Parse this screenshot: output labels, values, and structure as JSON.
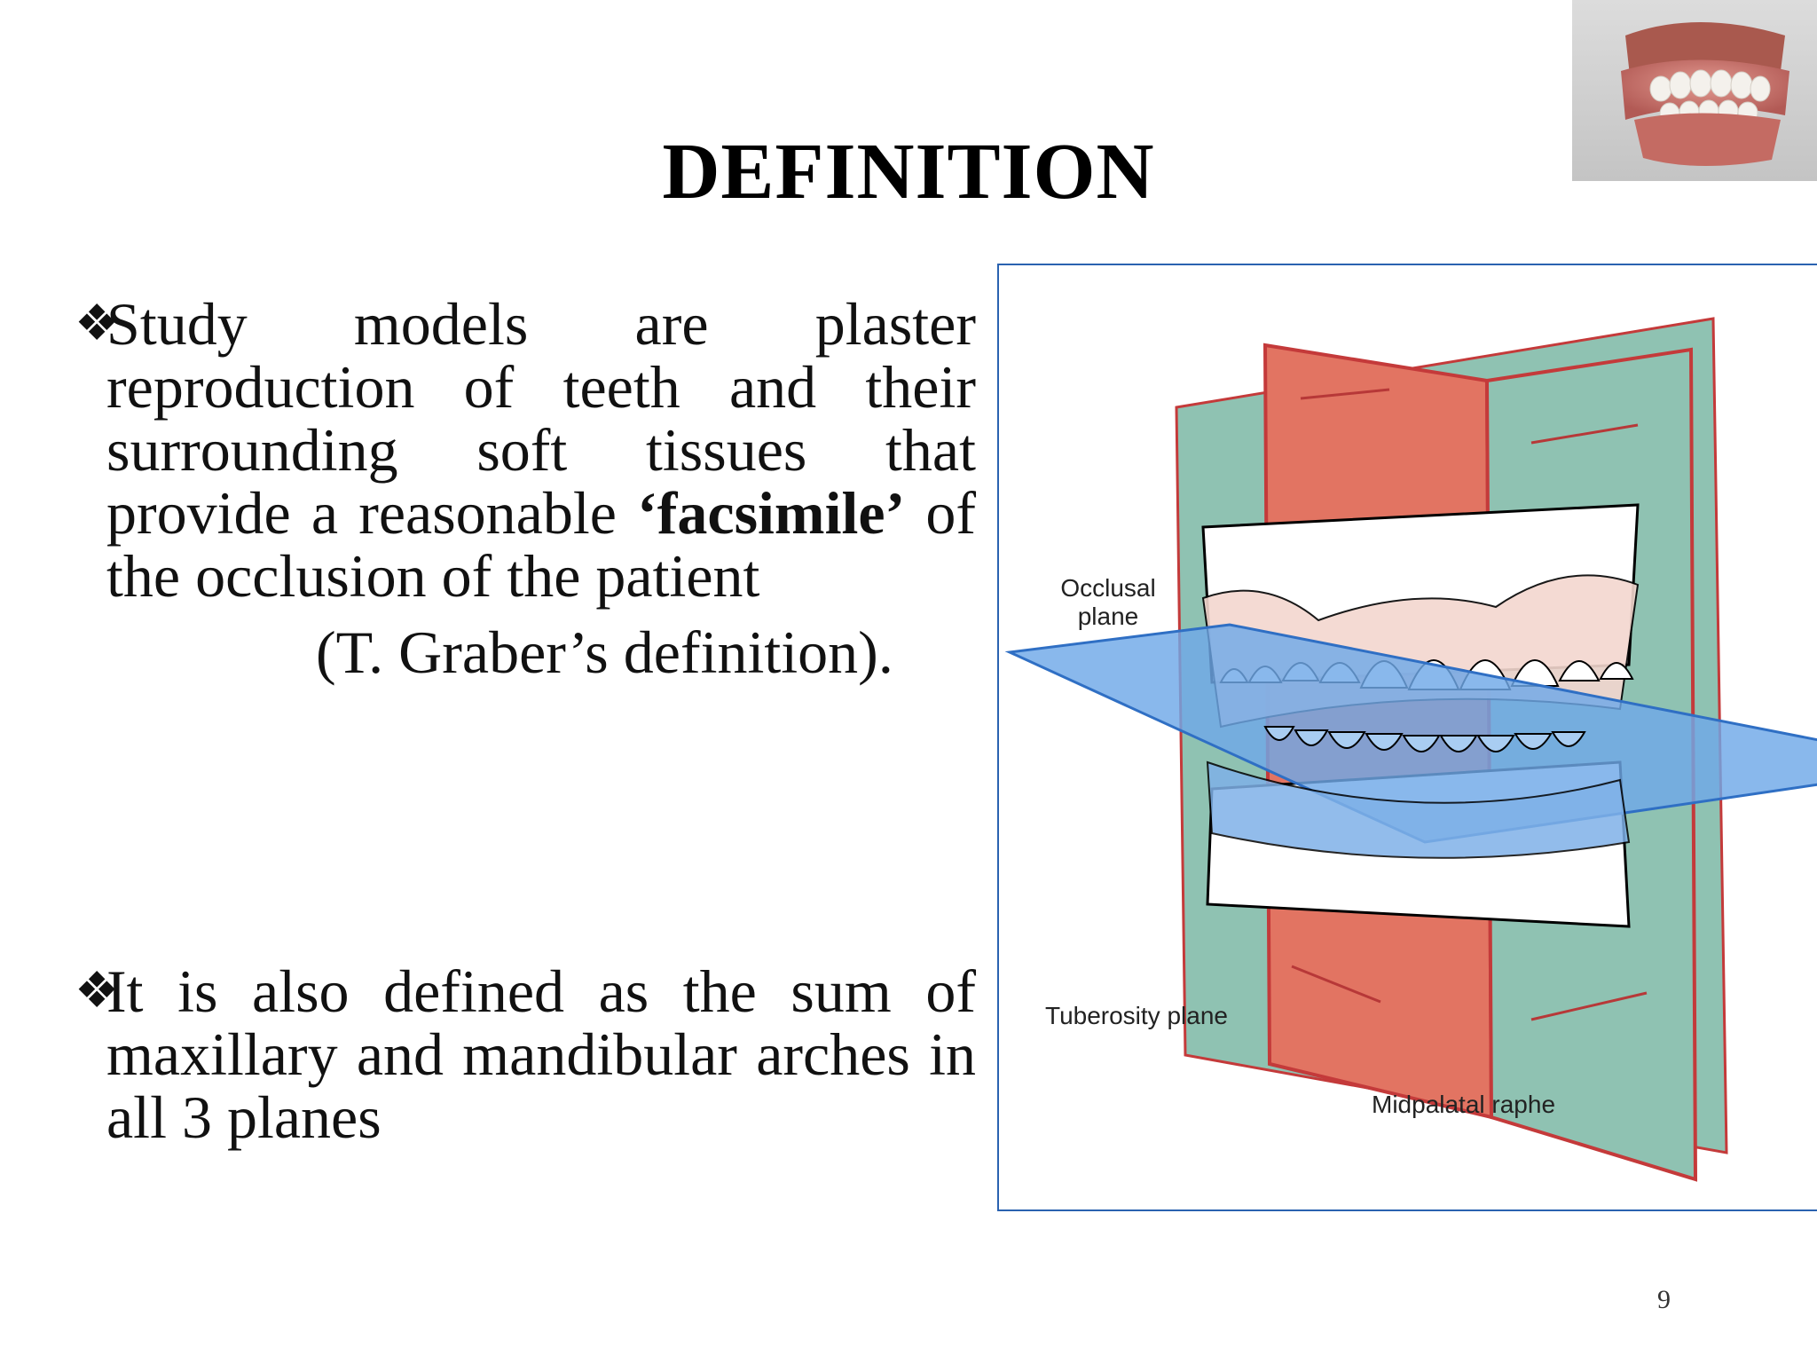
{
  "slide": {
    "title": "DEFINITION",
    "bullet_glyph": "❖",
    "bullet1": {
      "text_before": "Study models are plaster reproduction of teeth and their surrounding soft tissues that provide a reasonable ",
      "bold": "‘facsimile’",
      "text_after": " of the occlusion of the patient"
    },
    "citation": "(T. Graber’s definition).",
    "bullet2": "It is also defined as the sum of maxillary and mandibular arches in all 3 planes",
    "page_number": "9"
  },
  "figure": {
    "labels": {
      "occlusal": "Occlusal plane",
      "tuberosity": "Tuberosity plane",
      "midpalatal": "Midpalatal raphe"
    },
    "colors": {
      "red_plane": "#e27462",
      "green_plane": "#8fc2b2",
      "blue_plane": "#6fa8e8",
      "outline": "#c43a3a"
    }
  }
}
